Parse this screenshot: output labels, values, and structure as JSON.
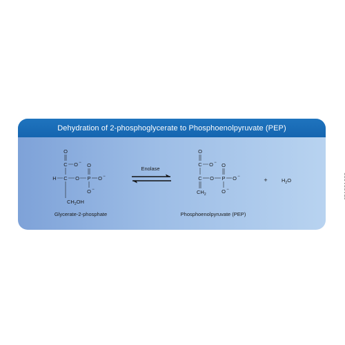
{
  "header": {
    "title": "Dehydration of 2-phosphoglycerate to Phosphoenolpyruvate (PEP)"
  },
  "reactant": {
    "name": "Glycerate-2-phosphate",
    "atoms": {
      "o_top": "O",
      "c_carboxyl": "C",
      "o_carboxyl": "O",
      "minus_carboxyl": "−",
      "h": "H",
      "c_alpha": "C",
      "o_bridge": "O",
      "p": "P",
      "o_p_top": "O",
      "o_p_right": "O",
      "minus_p_right": "−",
      "o_p_bottom": "O",
      "minus_p_bottom": "−",
      "ch2oh_main": "CH",
      "ch2oh_sub": "2",
      "ch2oh_tail": "OH"
    }
  },
  "enzyme": {
    "label": "Enolase"
  },
  "product": {
    "name": "Phosphoenolpyruvate (PEP)",
    "atoms": {
      "o_top": "O",
      "c_carboxyl": "C",
      "o_carboxyl": "O",
      "minus_carboxyl": "−",
      "c_alpha": "C",
      "o_bridge": "O",
      "p": "P",
      "o_p_top": "O",
      "o_p_right": "O",
      "minus_p_right": "−",
      "o_p_bottom": "O",
      "minus_p_bottom": "−",
      "ch2_main": "CH",
      "ch2_sub": "2"
    }
  },
  "byproduct": {
    "plus": "+",
    "h2o_h": "H",
    "h2o_sub": "2",
    "h2o_o": "O"
  },
  "side_id": "651821688",
  "colors": {
    "header": "#1565b0",
    "card_left": "#7ea2d8",
    "card_right": "#b8d3f0"
  }
}
